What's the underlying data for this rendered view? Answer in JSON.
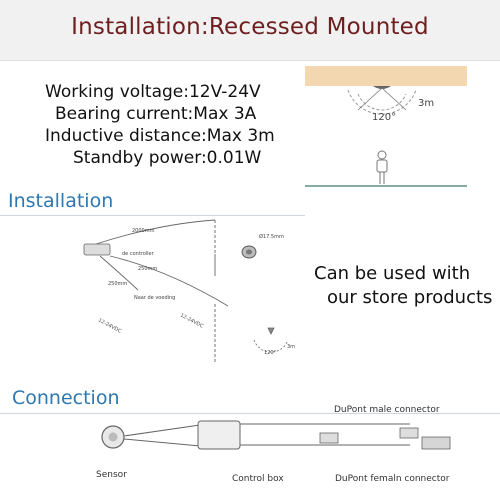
{
  "title": "Installation:Recessed Mounted",
  "specs": {
    "voltage": "Working voltage:12V-24V",
    "current": "Bearing current:Max 3A",
    "distance": "Inductive distance:Max 3m",
    "standby": "Standby power:0.01W"
  },
  "sensor_figure": {
    "angle_label": "120°",
    "distance_label": "3m"
  },
  "installation": {
    "heading": "Installation",
    "labels": {
      "length_top": "2000mm",
      "controller": "de controller",
      "length_mid": "250mm",
      "length_left": "250mm",
      "to_power": "Naar de voeding",
      "volt_left": "12-24VDC",
      "volt_right": "12-24VDC",
      "hole_size": "Ø17.5mm",
      "angle": "120°",
      "distance": "3m"
    }
  },
  "compat": {
    "line1": "Can be used with",
    "line2": "our store products"
  },
  "connection": {
    "heading": "Connection",
    "male_connector": "DuPont male connector",
    "sensor": "Sensor",
    "control_box": "Control box",
    "female_connector": "DuPont femaln connector"
  }
}
